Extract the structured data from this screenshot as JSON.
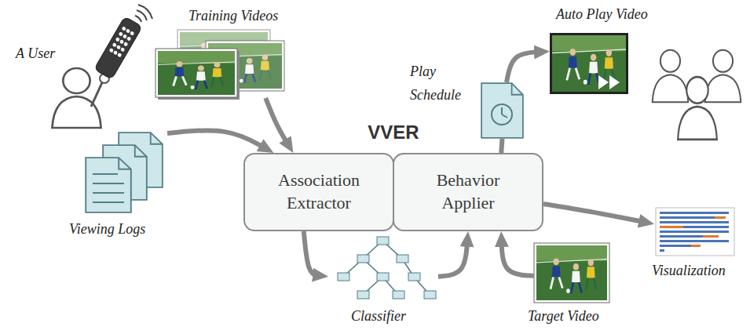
{
  "diagram": {
    "nodes": [
      {
        "text": [
          "A User"
        ]
      },
      {
        "text": [
          "Training Videos"
        ]
      },
      {
        "text": [
          "Auto Play Video"
        ]
      },
      {
        "text": [
          "Play Schedule"
        ]
      },
      {
        "text": [
          "VVER"
        ]
      },
      {
        "text": [
          "Association Extractor"
        ],
        "in": 4
      },
      {
        "text": [
          "Behavior Applier"
        ],
        "in": 4
      },
      {
        "text": [
          "Viewing Logs"
        ]
      },
      {
        "text": [
          "Visualization"
        ]
      },
      {
        "text": [
          "Classifier"
        ]
      },
      {
        "text": [
          "Target Video"
        ]
      }
    ],
    "edges": [
      {
        "from": 7,
        "to": 5,
        "arrow": "to"
      },
      {
        "from": 1,
        "to": 5,
        "arrow": "to"
      },
      {
        "from": 5,
        "to": 9,
        "arrow": "to"
      },
      {
        "from": 9,
        "to": 6,
        "arrow": "to"
      },
      {
        "from": 10,
        "to": 6,
        "arrow": "to"
      },
      {
        "from": 6,
        "to": 3,
        "arrow": "none"
      },
      {
        "from": 3,
        "to": 2,
        "arrow": "to"
      },
      {
        "from": 6,
        "to": 8,
        "arrow": "to"
      }
    ]
  }
}
